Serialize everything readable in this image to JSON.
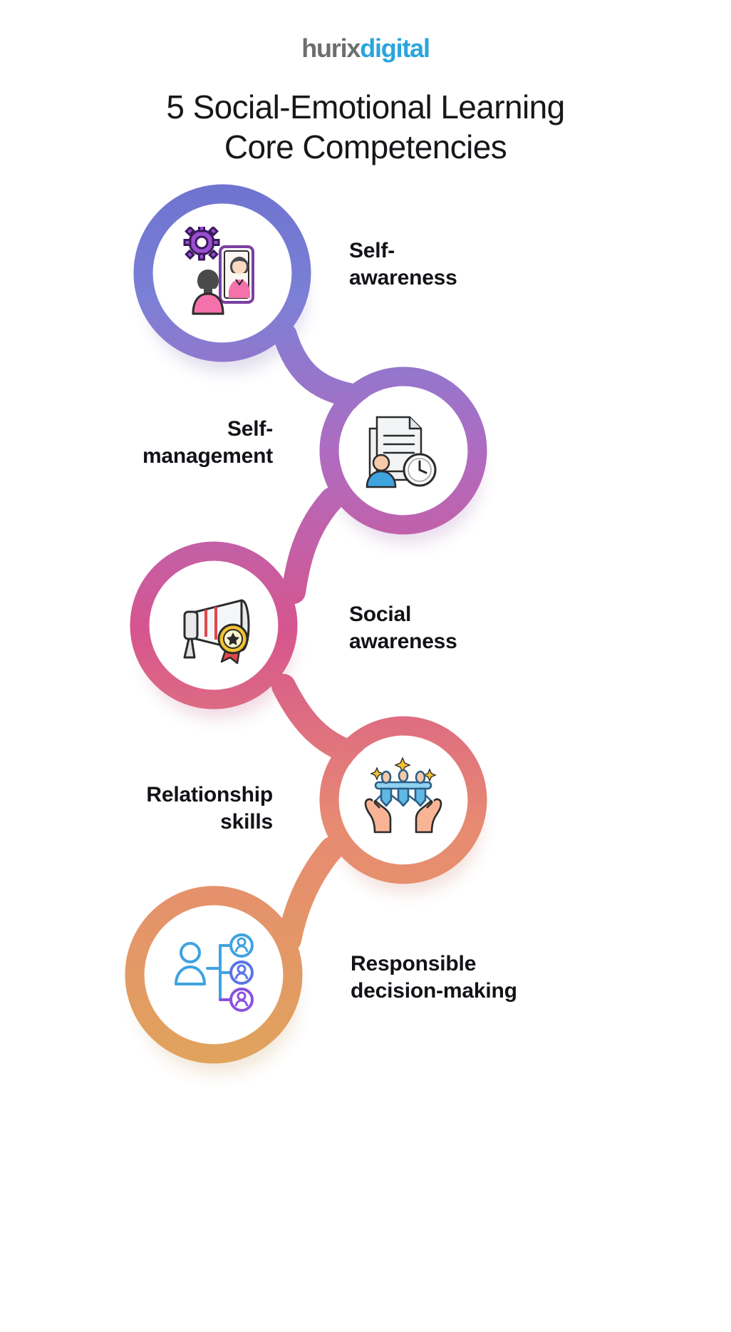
{
  "logo": {
    "part1": "hurix",
    "part2": "digital",
    "color1": "#6d6e70",
    "color2": "#29a4dd"
  },
  "title": {
    "line1": "5 Social-Emotional Learning",
    "line2": "Core Competencies"
  },
  "palette": {
    "background": "#ffffff",
    "text": "#131217",
    "stop1": "#7b80d6",
    "stop2": "#b06bc0",
    "stop3": "#d6558e",
    "stop4": "#e78a72",
    "stop5": "#e0a45c"
  },
  "competencies": [
    {
      "index": "1",
      "label": "Self-\nawareness",
      "label_side": "right",
      "icon": "mirror-gear-icon",
      "ring_color": "#7b80d6"
    },
    {
      "index": "2",
      "label": "Self-\nmanagement",
      "label_side": "left",
      "icon": "document-clock-person-icon",
      "ring_color": "#b06bc0"
    },
    {
      "index": "3",
      "label": "Social\nawareness",
      "label_side": "right",
      "icon": "megaphone-award-icon",
      "ring_color": "#d6558e"
    },
    {
      "index": "4",
      "label": "Relationship\nskills",
      "label_side": "left",
      "icon": "hands-holding-people-icon",
      "ring_color": "#e78a72"
    },
    {
      "index": "5",
      "label": "Responsible\ndecision-making",
      "label_side": "right",
      "icon": "org-chart-people-icon",
      "ring_color": "#e0a45c"
    }
  ]
}
